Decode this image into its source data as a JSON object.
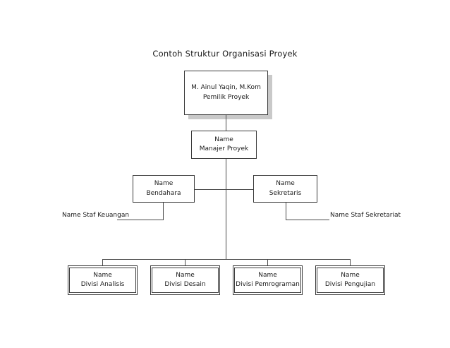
{
  "title": "Contoh Struktur Organisasi Proyek",
  "nodes": {
    "owner": {
      "line1": "M. Ainul Yaqin, M.Kom",
      "line2": "Pemilik Proyek"
    },
    "manager": {
      "line1": "Name",
      "line2": "Manajer Proyek"
    },
    "treasurer": {
      "line1": "Name",
      "line2": "Bendahara"
    },
    "secretary": {
      "line1": "Name",
      "line2": "Sekretaris"
    },
    "analysis": {
      "line1": "Name",
      "line2": "Divisi Analisis"
    },
    "design": {
      "line1": "Name",
      "line2": "Divisi Desain"
    },
    "programming": {
      "line1": "Name",
      "line2": "Divisi Pemrograman"
    },
    "testing": {
      "line1": "Name",
      "line2": "Divisi Pengujian"
    }
  },
  "labels": {
    "finance_staff": {
      "line1": "Name",
      "line2": "Staf Keuangan"
    },
    "secretariat_staff": {
      "line1": "Name",
      "line2": "Staf Sekretariat"
    }
  },
  "colors": {
    "border": "#3a3a3a",
    "line": "#4a4a4a",
    "shadow": "#c9c9c9",
    "text": "#1a1a1a",
    "background": "#ffffff"
  }
}
